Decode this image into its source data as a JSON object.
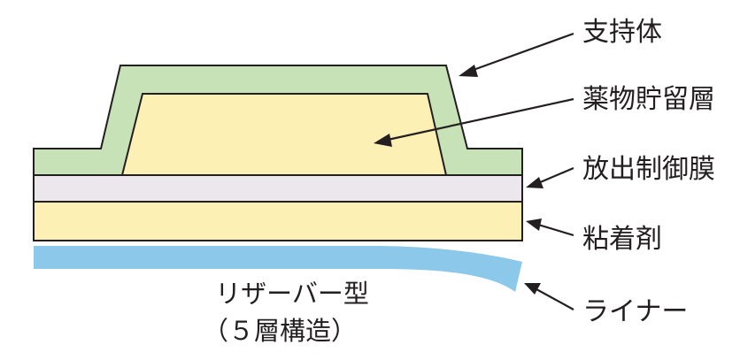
{
  "labels": {
    "support": "支持体",
    "drug_reservoir": "薬物貯留層",
    "release_membrane": "放出制御膜",
    "adhesive": "粘着剤",
    "liner": "ライナー"
  },
  "caption": {
    "line1": "リザーバー型",
    "line2": "（５層構造）"
  },
  "colors": {
    "support": "#c8e2b8",
    "drug_reservoir": "#fdf0b4",
    "release_membrane": "#ece7ec",
    "adhesive": "#fdf0b4",
    "liner": "#8cc8ea",
    "outline": "#231f20"
  }
}
